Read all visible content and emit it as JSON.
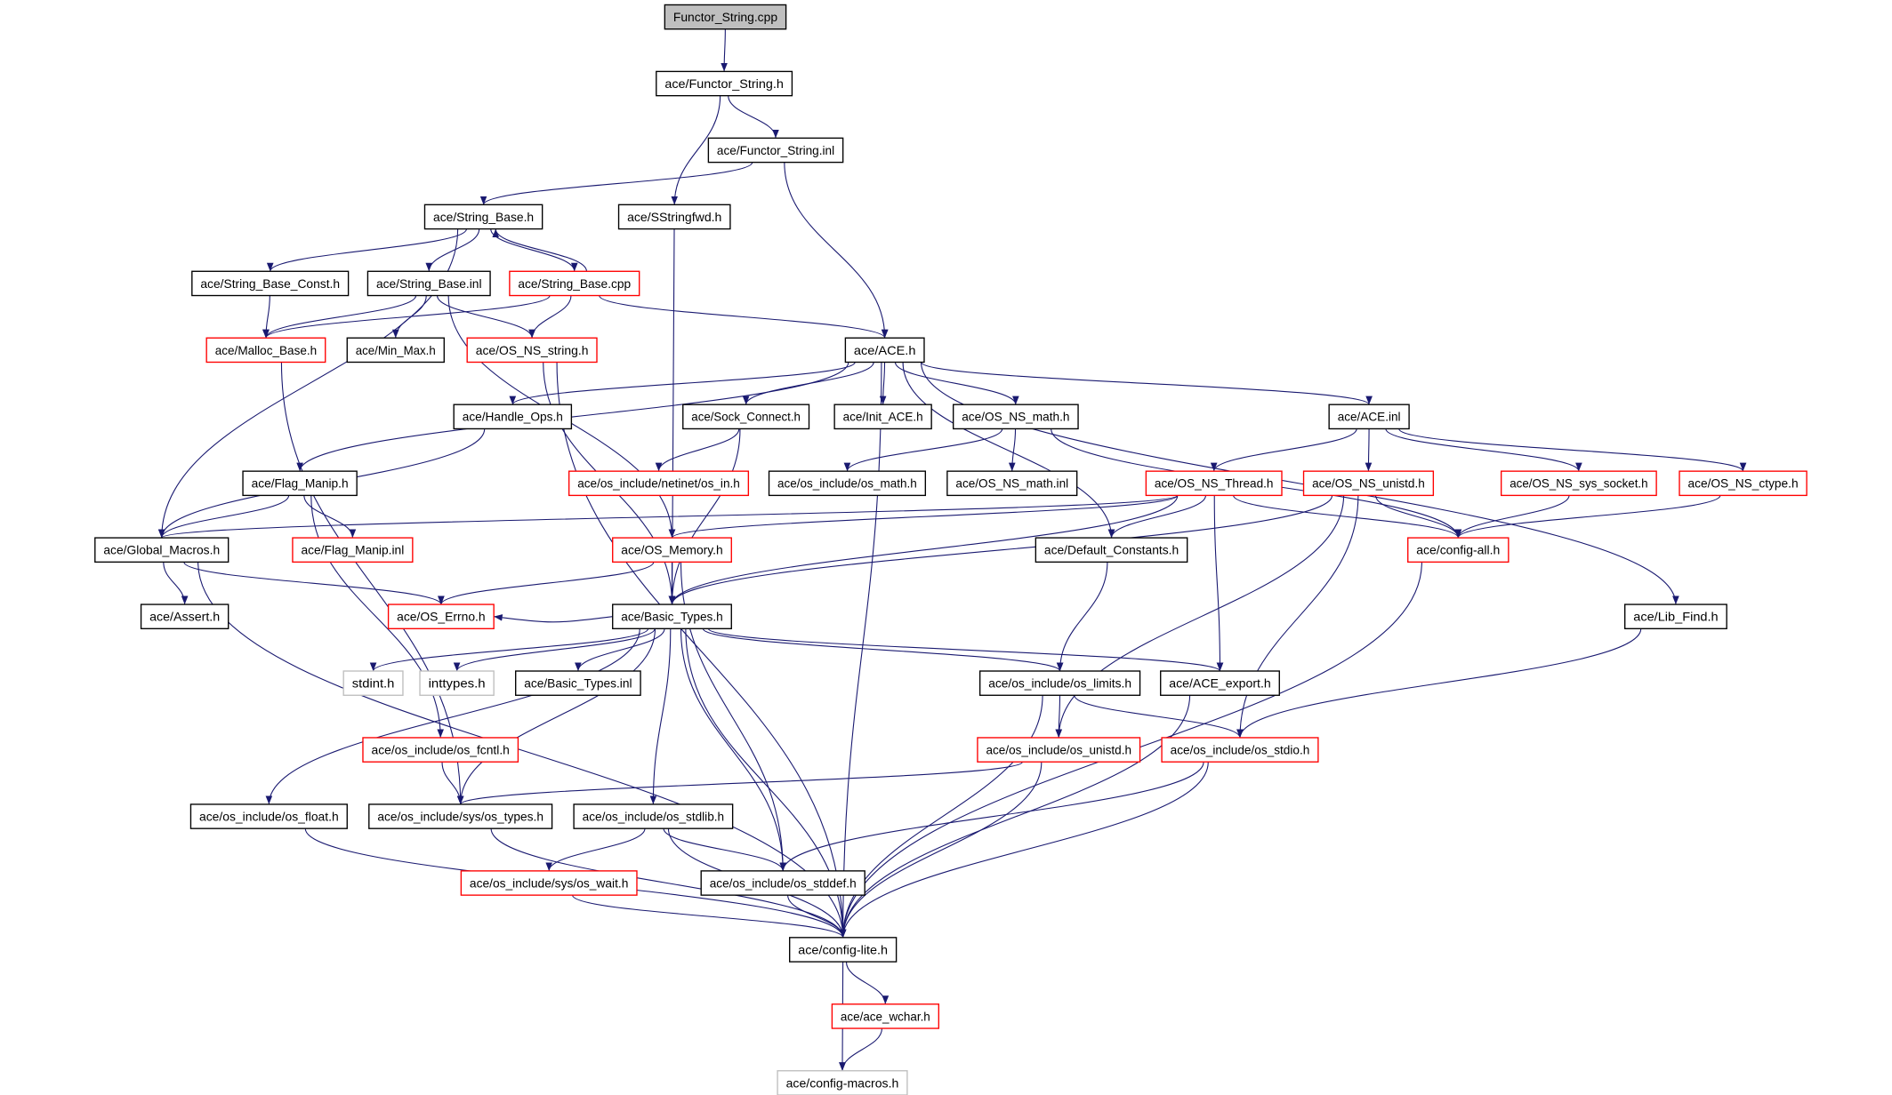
{
  "colors": {
    "edge": "#191970",
    "normal_border": "#000000",
    "red_border": "#ff0000",
    "root_fill": "#bfbfbf",
    "external_border": "#bfbfbf"
  },
  "nodes": [
    {
      "label": "Functor_String.cpp",
      "style": "root"
    },
    {
      "label": "ace/Functor_String.h",
      "style": "normal"
    },
    {
      "label": "ace/Functor_String.inl",
      "style": "normal"
    },
    {
      "label": "ace/String_Base.h",
      "style": "normal"
    },
    {
      "label": "ace/SStringfwd.h",
      "style": "normal"
    },
    {
      "label": "ace/String_Base_Const.h",
      "style": "normal"
    },
    {
      "label": "ace/String_Base.inl",
      "style": "normal"
    },
    {
      "label": "ace/String_Base.cpp",
      "style": "red"
    },
    {
      "label": "ace/Malloc_Base.h",
      "style": "red"
    },
    {
      "label": "ace/Min_Max.h",
      "style": "normal"
    },
    {
      "label": "ace/OS_NS_string.h",
      "style": "red"
    },
    {
      "label": "ace/ACE.h",
      "style": "normal"
    },
    {
      "label": "ace/Handle_Ops.h",
      "style": "normal"
    },
    {
      "label": "ace/Sock_Connect.h",
      "style": "normal"
    },
    {
      "label": "ace/Init_ACE.h",
      "style": "normal"
    },
    {
      "label": "ace/OS_NS_math.h",
      "style": "normal"
    },
    {
      "label": "ace/ACE.inl",
      "style": "normal"
    },
    {
      "label": "ace/Flag_Manip.h",
      "style": "normal"
    },
    {
      "label": "ace/os_include/netinet/os_in.h",
      "style": "red"
    },
    {
      "label": "ace/os_include/os_math.h",
      "style": "normal"
    },
    {
      "label": "ace/OS_NS_math.inl",
      "style": "normal"
    },
    {
      "label": "ace/OS_NS_Thread.h",
      "style": "red"
    },
    {
      "label": "ace/OS_NS_unistd.h",
      "style": "red"
    },
    {
      "label": "ace/OS_NS_sys_socket.h",
      "style": "red"
    },
    {
      "label": "ace/OS_NS_ctype.h",
      "style": "red"
    },
    {
      "label": "ace/Global_Macros.h",
      "style": "normal"
    },
    {
      "label": "ace/Flag_Manip.inl",
      "style": "red"
    },
    {
      "label": "ace/OS_Memory.h",
      "style": "red"
    },
    {
      "label": "ace/Default_Constants.h",
      "style": "normal"
    },
    {
      "label": "ace/config-all.h",
      "style": "red"
    },
    {
      "label": "ace/Assert.h",
      "style": "normal"
    },
    {
      "label": "ace/OS_Errno.h",
      "style": "red"
    },
    {
      "label": "ace/Basic_Types.h",
      "style": "normal"
    },
    {
      "label": "ace/Lib_Find.h",
      "style": "normal"
    },
    {
      "label": "stdint.h",
      "style": "external"
    },
    {
      "label": "inttypes.h",
      "style": "external"
    },
    {
      "label": "ace/Basic_Types.inl",
      "style": "normal"
    },
    {
      "label": "ace/os_include/os_limits.h",
      "style": "normal"
    },
    {
      "label": "ace/ACE_export.h",
      "style": "normal"
    },
    {
      "label": "ace/os_include/os_fcntl.h",
      "style": "red"
    },
    {
      "label": "ace/os_include/os_unistd.h",
      "style": "red"
    },
    {
      "label": "ace/os_include/os_stdio.h",
      "style": "red"
    },
    {
      "label": "ace/os_include/os_float.h",
      "style": "normal"
    },
    {
      "label": "ace/os_include/sys/os_types.h",
      "style": "normal"
    },
    {
      "label": "ace/os_include/os_stdlib.h",
      "style": "normal"
    },
    {
      "label": "ace/os_include/sys/os_wait.h",
      "style": "red"
    },
    {
      "label": "ace/os_include/os_stddef.h",
      "style": "normal"
    },
    {
      "label": "ace/config-lite.h",
      "style": "normal"
    },
    {
      "label": "ace/ace_wchar.h",
      "style": "red"
    },
    {
      "label": "ace/config-macros.h",
      "style": "external"
    }
  ],
  "edges": [
    [
      "Functor_String.cpp",
      "ace/Functor_String.h"
    ],
    [
      "ace/Functor_String.h",
      "ace/Functor_String.inl"
    ],
    [
      "ace/Functor_String.h",
      "ace/SStringfwd.h"
    ],
    [
      "ace/Functor_String.inl",
      "ace/String_Base.h"
    ],
    [
      "ace/Functor_String.inl",
      "ace/ACE.h"
    ],
    [
      "ace/String_Base.h",
      "ace/String_Base_Const.h"
    ],
    [
      "ace/String_Base.h",
      "ace/String_Base.inl"
    ],
    [
      "ace/String_Base.h",
      "ace/String_Base.cpp"
    ],
    [
      "ace/String_Base.h",
      "ace/Global_Macros.h"
    ],
    [
      "ace/String_Base.cpp",
      "ace/String_Base.h"
    ],
    [
      "ace/String_Base.cpp",
      "ace/Malloc_Base.h"
    ],
    [
      "ace/String_Base.cpp",
      "ace/OS_NS_string.h"
    ],
    [
      "ace/String_Base.cpp",
      "ace/ACE.h"
    ],
    [
      "ace/String_Base_Const.h",
      "ace/Malloc_Base.h"
    ],
    [
      "ace/String_Base.inl",
      "ace/Malloc_Base.h"
    ],
    [
      "ace/String_Base.inl",
      "ace/Min_Max.h"
    ],
    [
      "ace/String_Base.inl",
      "ace/OS_NS_string.h"
    ],
    [
      "ace/String_Base.inl",
      "ace/OS_Memory.h"
    ],
    [
      "ace/SStringfwd.h",
      "ace/Basic_Types.h"
    ],
    [
      "ace/Malloc_Base.h",
      "ace/os_include/sys/os_types.h"
    ],
    [
      "ace/OS_NS_string.h",
      "ace/Basic_Types.h"
    ],
    [
      "ace/OS_NS_string.h",
      "ace/config-lite.h"
    ],
    [
      "ace/ACE.h",
      "ace/Handle_Ops.h"
    ],
    [
      "ace/ACE.h",
      "ace/Flag_Manip.h"
    ],
    [
      "ace/ACE.h",
      "ace/Sock_Connect.h"
    ],
    [
      "ace/ACE.h",
      "ace/Init_ACE.h"
    ],
    [
      "ace/ACE.h",
      "ace/OS_NS_math.h"
    ],
    [
      "ace/ACE.h",
      "ace/Default_Constants.h"
    ],
    [
      "ace/ACE.h",
      "ace/ACE.inl"
    ],
    [
      "ace/ACE.h",
      "ace/Lib_Find.h"
    ],
    [
      "ace/ACE.h",
      "ace/config-lite.h"
    ],
    [
      "ace/Handle_Ops.h",
      "ace/Global_Macros.h"
    ],
    [
      "ace/Sock_Connect.h",
      "ace/os_include/netinet/os_in.h"
    ],
    [
      "ace/Sock_Connect.h",
      "ace/Basic_Types.h"
    ],
    [
      "ace/OS_NS_math.h",
      "ace/os_include/os_math.h"
    ],
    [
      "ace/OS_NS_math.h",
      "ace/OS_NS_math.inl"
    ],
    [
      "ace/OS_NS_math.h",
      "ace/config-all.h"
    ],
    [
      "ace/ACE.inl",
      "ace/OS_NS_Thread.h"
    ],
    [
      "ace/ACE.inl",
      "ace/OS_NS_unistd.h"
    ],
    [
      "ace/ACE.inl",
      "ace/OS_NS_sys_socket.h"
    ],
    [
      "ace/ACE.inl",
      "ace/OS_NS_ctype.h"
    ],
    [
      "ace/Flag_Manip.h",
      "ace/Global_Macros.h"
    ],
    [
      "ace/Flag_Manip.h",
      "ace/Flag_Manip.inl"
    ],
    [
      "ace/Flag_Manip.h",
      "ace/os_include/os_fcntl.h"
    ],
    [
      "ace/OS_NS_Thread.h",
      "ace/Global_Macros.h"
    ],
    [
      "ace/OS_NS_Thread.h",
      "ace/OS_Memory.h"
    ],
    [
      "ace/OS_NS_Thread.h",
      "ace/Basic_Types.h"
    ],
    [
      "ace/OS_NS_Thread.h",
      "ace/Default_Constants.h"
    ],
    [
      "ace/OS_NS_Thread.h",
      "ace/config-all.h"
    ],
    [
      "ace/OS_NS_Thread.h",
      "ace/ACE_export.h"
    ],
    [
      "ace/OS_NS_unistd.h",
      "ace/config-all.h"
    ],
    [
      "ace/OS_NS_unistd.h",
      "ace/Basic_Types.h"
    ],
    [
      "ace/OS_NS_unistd.h",
      "ace/os_include/os_unistd.h"
    ],
    [
      "ace/OS_NS_unistd.h",
      "ace/os_include/os_stdio.h"
    ],
    [
      "ace/OS_NS_sys_socket.h",
      "ace/config-all.h"
    ],
    [
      "ace/OS_NS_ctype.h",
      "ace/config-all.h"
    ],
    [
      "ace/Global_Macros.h",
      "ace/Assert.h"
    ],
    [
      "ace/Global_Macros.h",
      "ace/OS_Errno.h"
    ],
    [
      "ace/Global_Macros.h",
      "ace/config-lite.h"
    ],
    [
      "ace/OS_Memory.h",
      "ace/Basic_Types.h"
    ],
    [
      "ace/OS_Memory.h",
      "ace/OS_Errno.h"
    ],
    [
      "ace/OS_Memory.h",
      "ace/os_include/os_stddef.h"
    ],
    [
      "ace/Default_Constants.h",
      "ace/os_include/os_limits.h"
    ],
    [
      "ace/config-all.h",
      "ace/config-lite.h"
    ],
    [
      "ace/Lib_Find.h",
      "ace/os_include/os_stdio.h"
    ],
    [
      "ace/Basic_Types.h",
      "ace/OS_Errno.h"
    ],
    [
      "ace/Basic_Types.h",
      "stdint.h"
    ],
    [
      "ace/Basic_Types.h",
      "inttypes.h"
    ],
    [
      "ace/Basic_Types.h",
      "ace/Basic_Types.inl"
    ],
    [
      "ace/Basic_Types.h",
      "ace/os_include/os_limits.h"
    ],
    [
      "ace/Basic_Types.h",
      "ace/ACE_export.h"
    ],
    [
      "ace/Basic_Types.h",
      "ace/os_include/os_float.h"
    ],
    [
      "ace/Basic_Types.h",
      "ace/os_include/sys/os_types.h"
    ],
    [
      "ace/Basic_Types.h",
      "ace/os_include/os_stdlib.h"
    ],
    [
      "ace/Basic_Types.h",
      "ace/os_include/os_stddef.h"
    ],
    [
      "ace/Basic_Types.h",
      "ace/config-lite.h"
    ],
    [
      "ace/os_include/os_limits.h",
      "ace/os_include/os_unistd.h"
    ],
    [
      "ace/os_include/os_limits.h",
      "ace/os_include/os_stdio.h"
    ],
    [
      "ace/os_include/os_limits.h",
      "ace/config-lite.h"
    ],
    [
      "ace/ACE_export.h",
      "ace/config-lite.h"
    ],
    [
      "ace/os_include/os_fcntl.h",
      "ace/os_include/sys/os_types.h"
    ],
    [
      "ace/os_include/os_unistd.h",
      "ace/os_include/sys/os_types.h"
    ],
    [
      "ace/os_include/os_unistd.h",
      "ace/config-lite.h"
    ],
    [
      "ace/os_include/os_stdio.h",
      "ace/os_include/os_stddef.h"
    ],
    [
      "ace/os_include/os_stdio.h",
      "ace/config-lite.h"
    ],
    [
      "ace/os_include/os_float.h",
      "ace/config-lite.h"
    ],
    [
      "ace/os_include/sys/os_types.h",
      "ace/config-lite.h"
    ],
    [
      "ace/os_include/os_stdlib.h",
      "ace/os_include/sys/os_wait.h"
    ],
    [
      "ace/os_include/os_stdlib.h",
      "ace/os_include/os_stddef.h"
    ],
    [
      "ace/os_include/os_stdlib.h",
      "ace/config-lite.h"
    ],
    [
      "ace/os_include/sys/os_wait.h",
      "ace/config-lite.h"
    ],
    [
      "ace/os_include/os_stddef.h",
      "ace/config-lite.h"
    ],
    [
      "ace/config-lite.h",
      "ace/ace_wchar.h"
    ],
    [
      "ace/config-lite.h",
      "ace/config-macros.h"
    ],
    [
      "ace/ace_wchar.h",
      "ace/config-macros.h"
    ]
  ]
}
